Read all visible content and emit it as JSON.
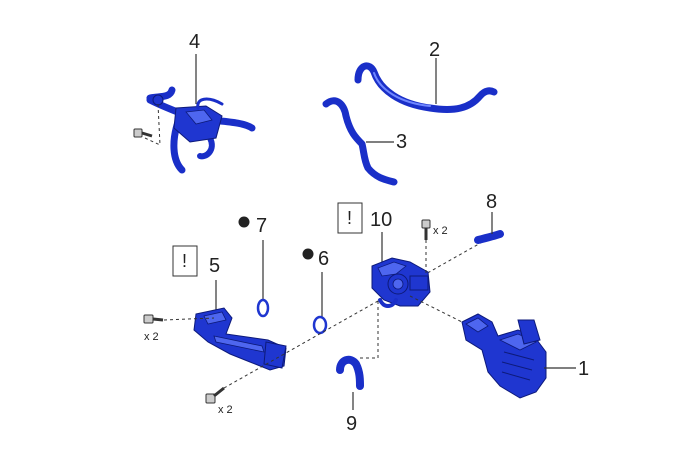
{
  "callouts": {
    "c1": "1",
    "c2": "2",
    "c3": "3",
    "c4": "4",
    "c5": "5",
    "c6": "6",
    "c7": "7",
    "c8": "8",
    "c9": "9",
    "c10": "10"
  },
  "quantities": {
    "bolt_5": "x 2",
    "bolt_lower": "x 2",
    "bolt_10": "x 2"
  },
  "notices": {
    "notice_5": "!",
    "notice_10": "!"
  },
  "colors": {
    "part_blue": "#1f36d0",
    "outline": "#0d1a7a",
    "text": "#222222"
  }
}
